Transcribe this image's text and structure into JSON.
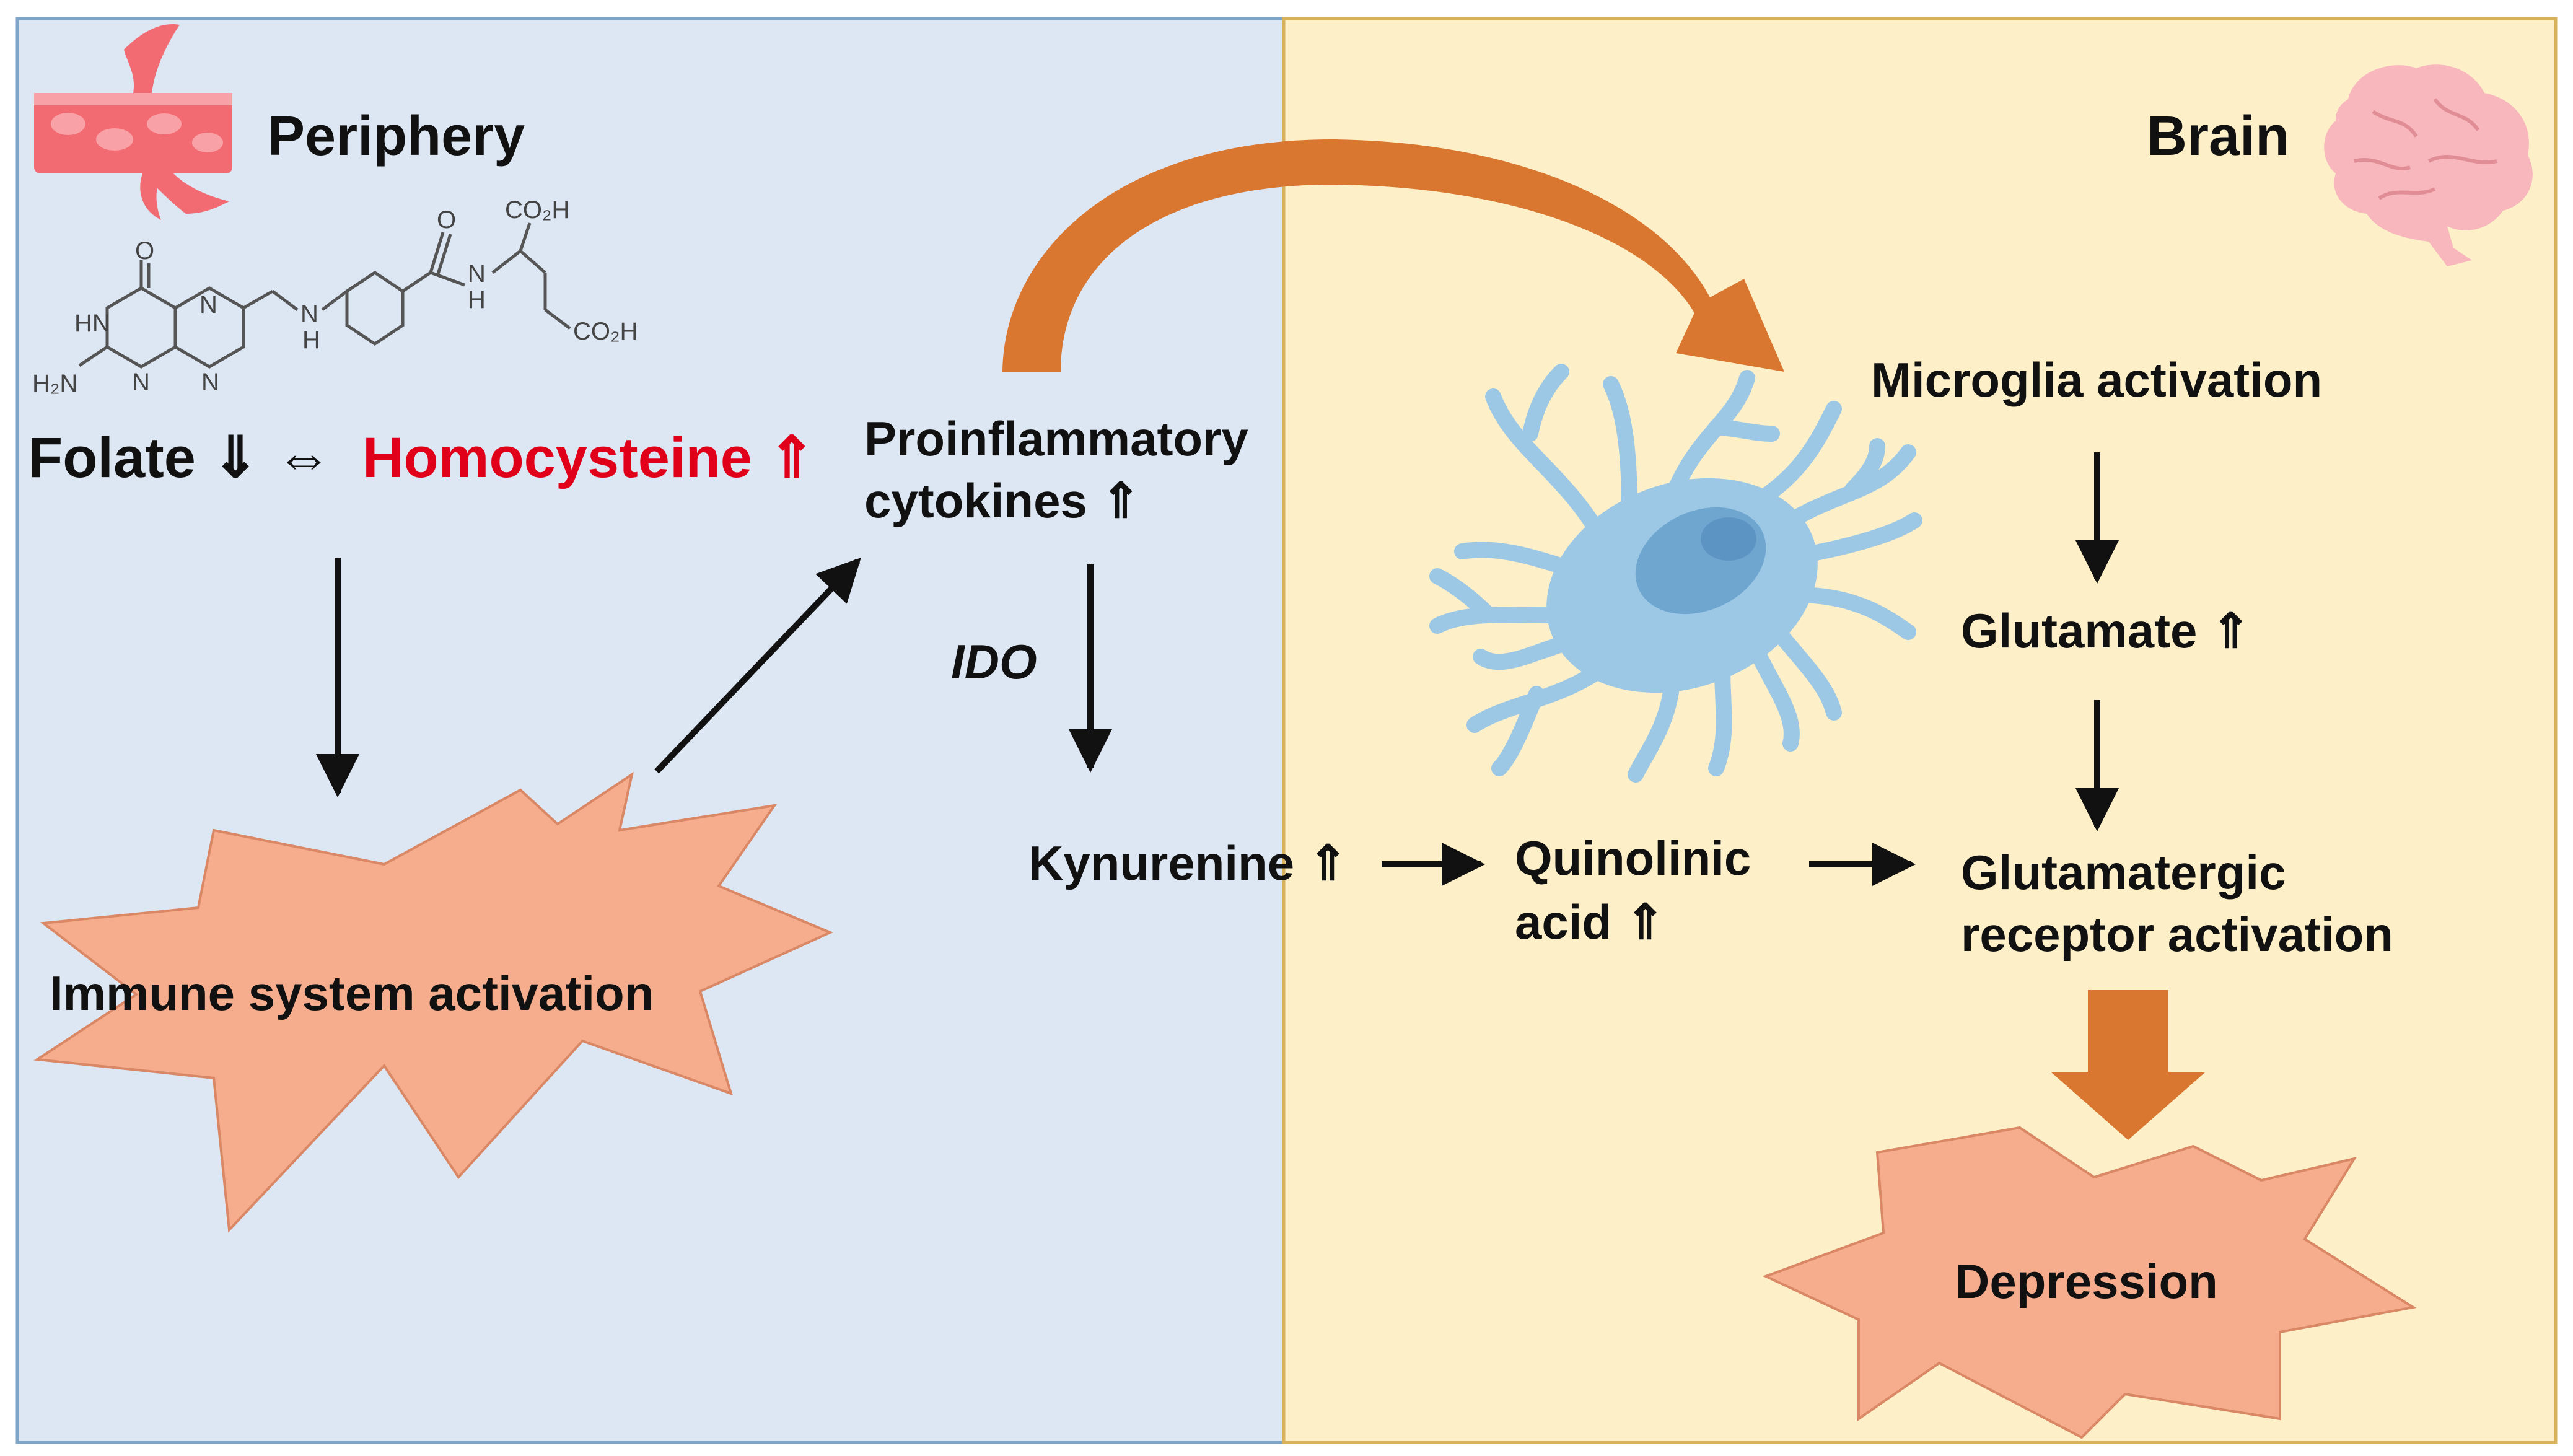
{
  "panels": {
    "periphery": {
      "title": "Periphery",
      "background": "#dde7f3",
      "border": "#7ea5c8"
    },
    "brain": {
      "title": "Brain",
      "background": "#fdf0c9",
      "border": "#d7b25a"
    }
  },
  "colors": {
    "text": "#111111",
    "highlight": "#e1001a",
    "big_arrow": "#d9762f",
    "burst_fill": "#f5ad8d",
    "burst_stroke": "#d98764",
    "microglia": "#9cc8e6",
    "microglia_dark": "#6ea6d0",
    "vessel": "#f26b73",
    "vessel_light": "#f8a1a6",
    "brain_icon": "#f7b7bd"
  },
  "icons": {
    "vessel": "blood-vessel-icon",
    "brain": "brain-icon",
    "microglia": "microglia-cell-illustration",
    "folate": "folate-chemical-structure"
  },
  "structure_labels": {
    "o": "O",
    "hn": "HN",
    "h2n": "H₂N",
    "n1": "N",
    "n2": "N",
    "n3": "N",
    "n4": "N",
    "nh_n": "N",
    "nh_h": "H",
    "amide_o": "O",
    "amide_n": "N",
    "amide_h": "H",
    "co2h_top": "CO₂H",
    "co2h_bottom": "CO₂H"
  },
  "labels": {
    "folate": "Folate ⇓ ⇔",
    "homocysteine": "Homocysteine ⇑",
    "cytokines_line1": "Proinflammatory",
    "cytokines_line2": "cytokines ⇑",
    "ido": "IDO",
    "kynurenine": "Kynurenine ⇑",
    "quinolinic_line1": "Quinolinic",
    "quinolinic_line2": "acid ⇑",
    "immune": "Immune system activation",
    "microglia": "Microglia activation",
    "glutamate": "Glutamate ⇑",
    "receptor_line1": "Glutamatergic",
    "receptor_line2": "receptor activation",
    "depression": "Depression"
  }
}
